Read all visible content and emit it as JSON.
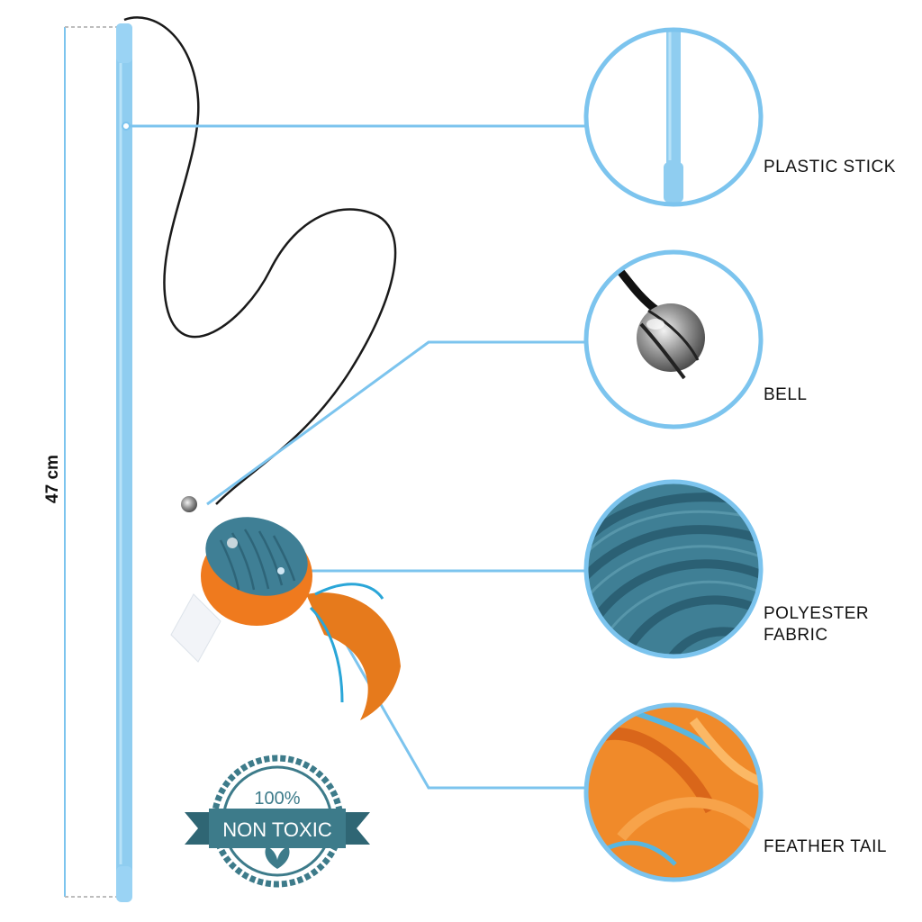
{
  "colors": {
    "stick": "#8fcdf0",
    "callout_line": "#7cc4ee",
    "badge": "#3d7b8a",
    "fabric": "#3f7f95",
    "accent_orange": "#ef7a1e",
    "cord": "#1a1a1a"
  },
  "dimension": {
    "label": "47 cm"
  },
  "callouts": [
    {
      "id": "stick",
      "label": "PLASTIC STICK",
      "icon": "plastic-stick-icon"
    },
    {
      "id": "bell",
      "label": "BELL",
      "icon": "bell-icon"
    },
    {
      "id": "fabric",
      "label_line1": "POLYESTER",
      "label_line2": "FABRIC",
      "icon": "polyester-fabric-icon"
    },
    {
      "id": "feather",
      "label": "FEATHER TAIL",
      "icon": "feather-tail-icon"
    }
  ],
  "badge": {
    "percent": "100%",
    "ribbon_text": "NON TOXIC",
    "icon": "leaf-icon"
  }
}
